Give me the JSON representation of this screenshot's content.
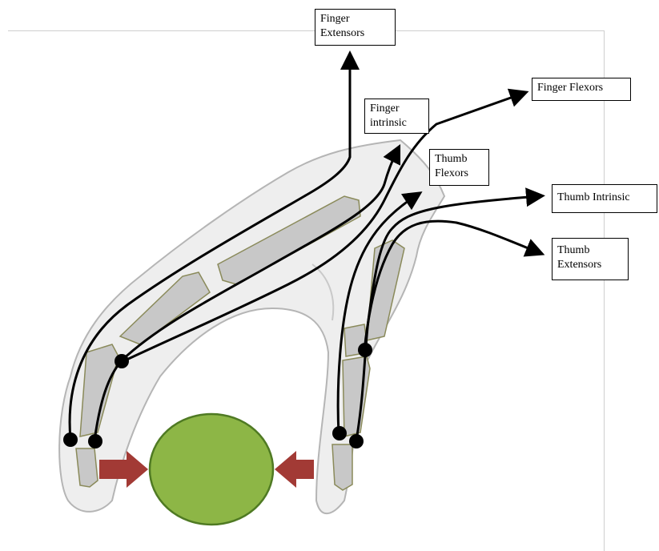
{
  "labels": {
    "finger_extensors": {
      "line1": "Finger",
      "line2": "Extensors"
    },
    "finger_intrinsic": {
      "line1": "Finger",
      "line2": "intrinsic"
    },
    "finger_flexors": {
      "line1": "Finger Flexors"
    },
    "thumb_flexors": {
      "line1": "Thumb",
      "line2": "Flexors"
    },
    "thumb_intrinsic": {
      "line1": "Thumb Intrinsic"
    },
    "thumb_extensors": {
      "line1": "Thumb",
      "line2": "Extensors"
    }
  },
  "colors": {
    "hand_fill": "#eeeeee",
    "hand_outline": "#b5b5b5",
    "bone_fill": "#c8c8c8",
    "bone_outline": "#8a8a5a",
    "tendon": "#000000",
    "object_fill": "#8db646",
    "object_outline": "#4f7a23",
    "force_arrow": "#a23a35"
  }
}
